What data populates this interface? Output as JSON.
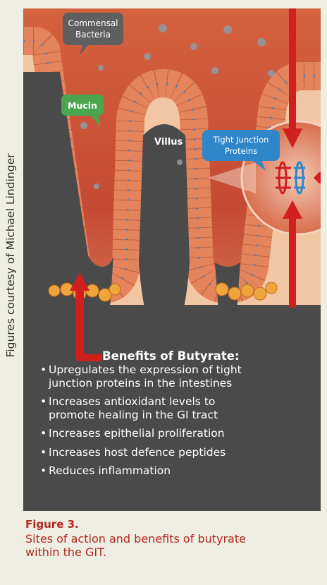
{
  "credit": "Figures courtesy of Michael Lindinger",
  "diagram": {
    "labels": {
      "commensal_bacteria": [
        "Commensal",
        "Bacteria"
      ],
      "mucin": "Mucin",
      "villus": "Villus",
      "tight_junction": [
        "Tight Junction",
        "Proteins"
      ]
    },
    "benefits_title": "Benefits of Butyrate:",
    "benefits": [
      [
        "Upregulates the expression of tight",
        "junction proteins in the intestines"
      ],
      [
        "Increases antioxidant levels to",
        "promote healing in the GI tract"
      ],
      [
        "Increases epithelial proliferation"
      ],
      [
        "Increases host defence peptides"
      ],
      [
        "Reduces inflammation"
      ]
    ],
    "colors": {
      "background_dark": "#4a4a4a",
      "lumen": "#c8563c",
      "cells": "#e8885f",
      "arrow": "#d01f1f",
      "mucin_green": "#4aa64e",
      "tight_junction_blue": "#2f86c9",
      "bacteria_gray": "#5f5f5f"
    }
  },
  "caption": {
    "label": "Figure 3.",
    "text": [
      "Sites of action and benefits of butyrate",
      "within the GIT."
    ]
  }
}
